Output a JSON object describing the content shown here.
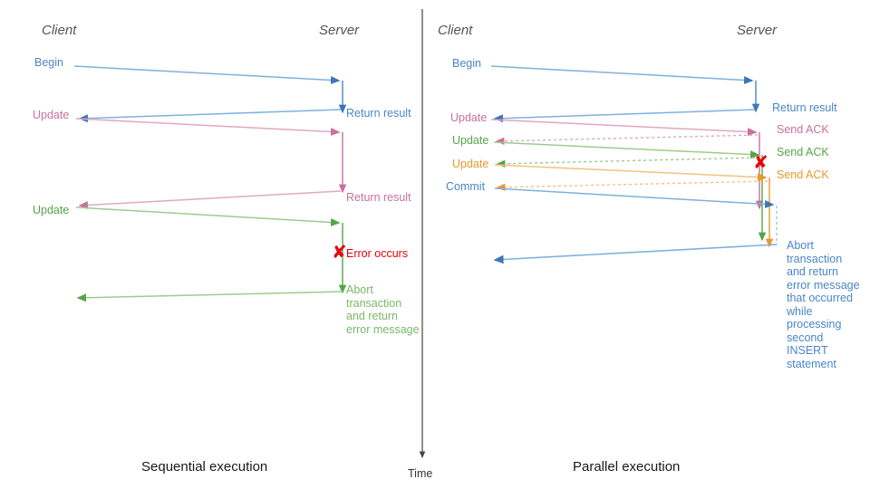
{
  "colors": {
    "blue": "#4a86c8",
    "blue_dark": "#3d76b8",
    "blue_light": "#9fc2e8",
    "pink": "#c9709e",
    "pink_light": "#dfa8c4",
    "green": "#56a546",
    "green_light": "#9ecb8f",
    "orange": "#e8992c",
    "orange_light": "#f3c27f",
    "red": "#e8000d",
    "gray": "#555555",
    "axis": "#444444",
    "divider": "#333333"
  },
  "divider": {
    "name": "panel-divider"
  },
  "time_axis": {
    "label": "Time"
  },
  "left_panel": {
    "caption": "Sequential execution",
    "lanes": {
      "client": "Client",
      "server": "Server"
    },
    "messages": [
      {
        "label": "Begin",
        "color": "blue",
        "side": "client"
      },
      {
        "label": "Return result",
        "color": "blue",
        "side": "server"
      },
      {
        "label": "Update",
        "color": "pink",
        "side": "client"
      },
      {
        "label": "Return result",
        "color": "pink",
        "side": "server"
      },
      {
        "label": "Update",
        "color": "green",
        "side": "client"
      },
      {
        "label": "Error occurs",
        "color": "red",
        "side": "server"
      },
      {
        "label": "Abort transaction and return error message",
        "color": "green",
        "side": "server"
      }
    ],
    "error_glyph": "✘",
    "error_text": "Error occurs",
    "abort_lines": [
      "Abort",
      "transaction",
      "and return",
      "error message"
    ]
  },
  "right_panel": {
    "caption": "Parallel execution",
    "lanes": {
      "client": "Client",
      "server": "Server"
    },
    "messages": [
      {
        "label": "Begin",
        "color": "blue",
        "side": "client"
      },
      {
        "label": "Return result",
        "color": "blue",
        "side": "server"
      },
      {
        "label": "Update",
        "color": "pink",
        "side": "client"
      },
      {
        "label": "Send ACK",
        "color": "pink",
        "side": "server"
      },
      {
        "label": "Update",
        "color": "green",
        "side": "client"
      },
      {
        "label": "Send ACK",
        "color": "green",
        "side": "server"
      },
      {
        "label": "Update",
        "color": "orange",
        "side": "client"
      },
      {
        "label": "Send ACK",
        "color": "orange",
        "side": "server"
      },
      {
        "label": "Commit",
        "color": "blue",
        "side": "client"
      }
    ],
    "error_glyph": "✘",
    "abort_lines": [
      "Abort",
      "transaction",
      "and return",
      "error message",
      "that occurred",
      "while",
      "processing",
      "second",
      "INSERT",
      "statement"
    ]
  },
  "chart_data": {
    "type": "diagram",
    "title": "Sequential vs Parallel transaction execution sequence diagram",
    "panels": [
      {
        "caption": "Sequential execution",
        "actors": [
          "Client",
          "Server"
        ],
        "steps": [
          {
            "from": "Client",
            "to": "Server",
            "label": "Begin",
            "color": "#4a86c8",
            "style": "solid"
          },
          {
            "from": "Server",
            "to": "Client",
            "label": "Return result",
            "color": "#4a86c8",
            "style": "solid"
          },
          {
            "from": "Client",
            "to": "Server",
            "label": "Update",
            "color": "#c9709e",
            "style": "solid"
          },
          {
            "from": "Server",
            "to": "Client",
            "label": "Return result",
            "color": "#c9709e",
            "style": "solid"
          },
          {
            "from": "Client",
            "to": "Server",
            "label": "Update",
            "color": "#56a546",
            "style": "solid"
          },
          {
            "from": "Server",
            "to": "Server",
            "label": "Error occurs",
            "color": "#e8000d",
            "style": "marker"
          },
          {
            "from": "Server",
            "to": "Client",
            "label": "Abort transaction and return error message",
            "color": "#56a546",
            "style": "solid"
          }
        ]
      },
      {
        "caption": "Parallel execution",
        "actors": [
          "Client",
          "Server"
        ],
        "steps": [
          {
            "from": "Client",
            "to": "Server",
            "label": "Begin",
            "color": "#4a86c8",
            "style": "solid"
          },
          {
            "from": "Server",
            "to": "Client",
            "label": "Return result",
            "color": "#4a86c8",
            "style": "solid"
          },
          {
            "from": "Client",
            "to": "Server",
            "label": "Update",
            "color": "#c9709e",
            "style": "solid"
          },
          {
            "from": "Server",
            "to": "Client",
            "label": "Send ACK",
            "color": "#c9709e",
            "style": "dotted"
          },
          {
            "from": "Client",
            "to": "Server",
            "label": "Update",
            "color": "#56a546",
            "style": "solid"
          },
          {
            "from": "Server",
            "to": "Client",
            "label": "Send ACK",
            "color": "#56a546",
            "style": "dotted"
          },
          {
            "from": "Client",
            "to": "Server",
            "label": "Update",
            "color": "#e8992c",
            "style": "solid"
          },
          {
            "from": "Server",
            "to": "Client",
            "label": "Send ACK",
            "color": "#e8992c",
            "style": "dotted"
          },
          {
            "from": "Client",
            "to": "Server",
            "label": "Commit",
            "color": "#4a86c8",
            "style": "solid"
          },
          {
            "from": "Server",
            "to": "Server",
            "label": "Error occurs",
            "color": "#e8000d",
            "style": "marker"
          },
          {
            "from": "Server",
            "to": "Client",
            "label": "Abort transaction and return error message that occurred while processing second INSERT statement",
            "color": "#4a86c8",
            "style": "solid"
          }
        ]
      }
    ],
    "axis": {
      "label": "Time",
      "direction": "downward"
    }
  }
}
